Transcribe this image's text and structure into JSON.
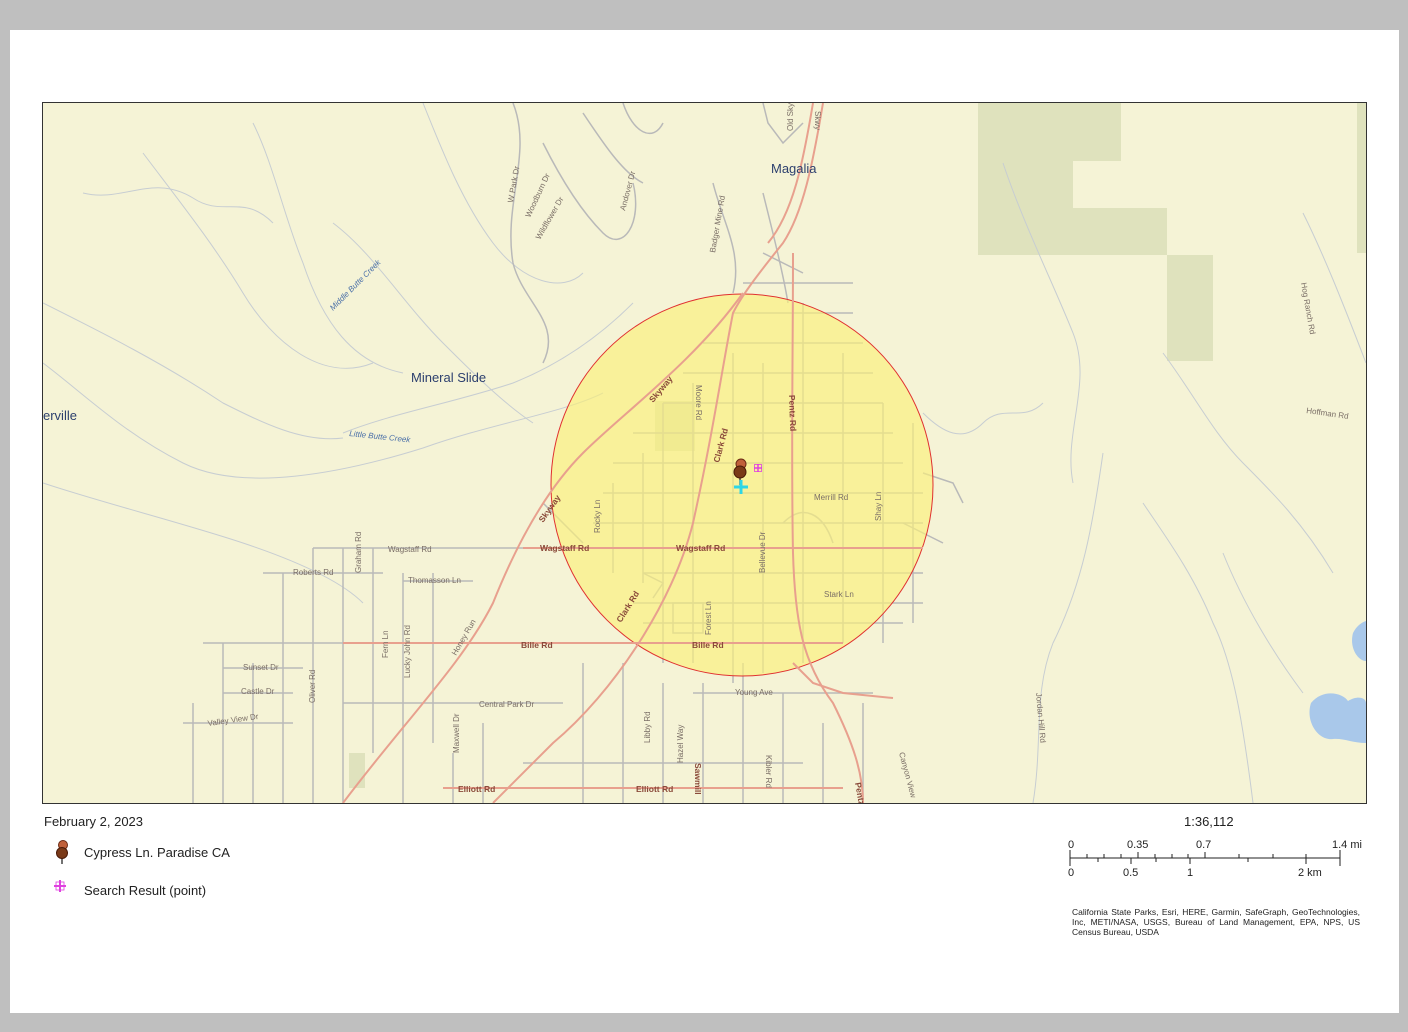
{
  "map": {
    "places": [
      "Magalia",
      "Mineral Slide",
      "erville"
    ],
    "creeks": [
      "Middle Butte Creek",
      "Little Butte Creek"
    ],
    "roads": {
      "major": [
        "Skyway",
        "Clark Rd",
        "Wagstaff Rd",
        "Bille Rd",
        "Elliott Rd",
        "Pentz Rd",
        "Honey Run"
      ],
      "minor": [
        "Wagstaff Rd",
        "Roberts Rd",
        "Thomasson Ln",
        "Graham Rd",
        "Sunset Dr",
        "Castle Dr",
        "Valley View Dr",
        "Oliver Rd",
        "Lucky John Rd",
        "Fern Ln",
        "Central Park Dr",
        "Maxwell Dr",
        "Libby Rd",
        "Hazel Way",
        "Sawmill",
        "Kibler Rd",
        "Young Ave",
        "Forest Ln",
        "Stark Ln",
        "Merrill Rd",
        "Shay Ln",
        "Bellevue Dr",
        "Rocky Ln",
        "Moore Rd",
        "Badger Mine Rd",
        "Hog Ranch Rd",
        "Hoffman Rd",
        "Jordan Hill Rd",
        "W Park Dr",
        "Woodburn Dr",
        "Wildflower Dr",
        "Andover Dr",
        "Skwy",
        "Old Skyway",
        "Canyon View"
      ]
    },
    "colors": {
      "land": "#f5f3d6",
      "park": "#dfe2bd",
      "water": "#a9c8ea",
      "buffer_fill": "#fbf07a",
      "buffer_stroke": "#e03030",
      "major_road": "#e8a08e",
      "minor_road": "#b9b9b9"
    }
  },
  "layout_text": {
    "date": "February 2, 2023",
    "scale_ratio": "1:36,112"
  },
  "legend": [
    {
      "icon": "pushpin-icon",
      "label": "Cypress Ln. Paradise CA"
    },
    {
      "icon": "cross-marker-icon",
      "label": "Search Result (point)"
    }
  ],
  "scalebar": {
    "miles_labels": [
      "0",
      "0.35",
      "0.7",
      "1.4 mi"
    ],
    "km_labels": [
      "0",
      "0.5",
      "1",
      "2 km"
    ]
  },
  "credits": "California State Parks, Esri, HERE, Garmin, SafeGraph, GeoTechnologies, Inc, METI/NASA, USGS, Bureau of Land Management, EPA, NPS, US Census Bureau, USDA"
}
